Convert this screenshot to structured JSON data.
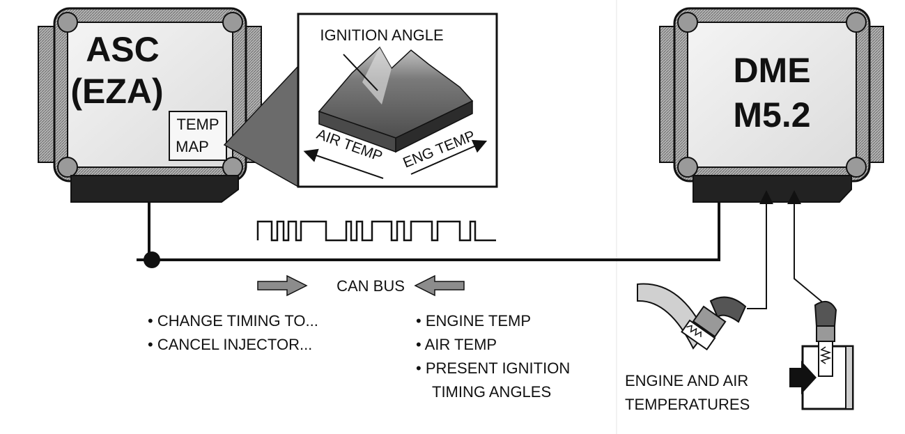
{
  "asc_module": {
    "line1": "ASC",
    "line2": "(EZA)",
    "temp_map_line1": "TEMP",
    "temp_map_line2": "MAP"
  },
  "dme_module": {
    "line1": "DME",
    "line2": "M5.2"
  },
  "map_inset": {
    "title": "IGNITION ANGLE",
    "air_axis": "AIR TEMP",
    "eng_axis": "ENG TEMP"
  },
  "can_bus": {
    "label": "CAN BUS"
  },
  "asc_messages": [
    "• CHANGE TIMING TO...",
    "• CANCEL INJECTOR..."
  ],
  "dme_messages": [
    "• ENGINE TEMP",
    "• AIR TEMP",
    "• PRESENT IGNITION",
    "TIMING ANGLES"
  ],
  "sensors": {
    "label_line1": "ENGINE AND AIR",
    "label_line2": "TEMPERATURES"
  },
  "colors": {
    "ink": "#111111",
    "module_face": "#ececec",
    "module_frame": "#8a8a8a",
    "connector": "#222222",
    "surface": "#6e6e6e",
    "arrow_fill": "#8c8c8c"
  }
}
